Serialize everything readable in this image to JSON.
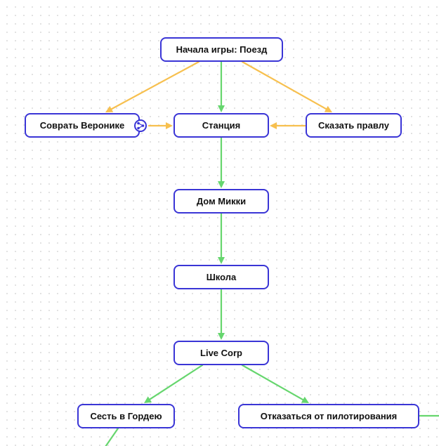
{
  "colors": {
    "node_border": "#3a35d6",
    "edge_main": "#66d66e",
    "edge_alt": "#f7c04f"
  },
  "nodes": [
    {
      "id": "start",
      "label": "Начала игры: Поезд"
    },
    {
      "id": "veronika",
      "label": "Соврать Веронике",
      "icon": "branch-icon"
    },
    {
      "id": "station",
      "label": "Станция"
    },
    {
      "id": "truth",
      "label": "Сказать правлу"
    },
    {
      "id": "mickey",
      "label": "Дом Микки"
    },
    {
      "id": "school",
      "label": "Школа"
    },
    {
      "id": "livecorp",
      "label": "Live Corp"
    },
    {
      "id": "gordeya",
      "label": "Сесть в Гордею"
    },
    {
      "id": "refuse",
      "label": "Отказаться от пилотирования"
    }
  ],
  "edges": [
    {
      "from": "start",
      "to": "veronika",
      "kind": "alt"
    },
    {
      "from": "start",
      "to": "station",
      "kind": "main"
    },
    {
      "from": "start",
      "to": "truth",
      "kind": "alt"
    },
    {
      "from": "veronika",
      "to": "station",
      "kind": "alt"
    },
    {
      "from": "truth",
      "to": "station",
      "kind": "alt"
    },
    {
      "from": "station",
      "to": "mickey",
      "kind": "main"
    },
    {
      "from": "mickey",
      "to": "school",
      "kind": "main"
    },
    {
      "from": "school",
      "to": "livecorp",
      "kind": "main"
    },
    {
      "from": "livecorp",
      "to": "gordeya",
      "kind": "main"
    },
    {
      "from": "livecorp",
      "to": "refuse",
      "kind": "main"
    },
    {
      "from": "gordeya",
      "to": null,
      "kind": "main"
    },
    {
      "from": "refuse",
      "to": null,
      "kind": "main"
    }
  ]
}
